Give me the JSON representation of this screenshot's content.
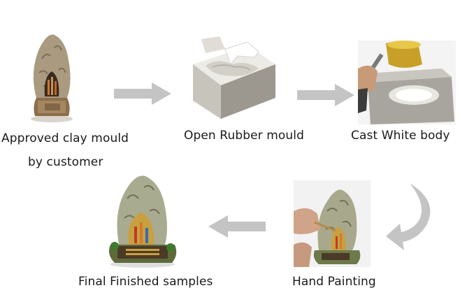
{
  "steps": [
    {
      "id": "clay-mould",
      "label_line1": "Approved clay mould",
      "label_line2": "by customer"
    },
    {
      "id": "rubber-mould",
      "label": "Open Rubber mould"
    },
    {
      "id": "white-body",
      "label": "Cast White body"
    },
    {
      "id": "hand-painting",
      "label": "Hand Painting"
    },
    {
      "id": "final-samples",
      "label": "Final Finished samples"
    }
  ],
  "icons": {
    "right_arrow": "arrow-right-icon",
    "left_arrow": "arrow-left-icon",
    "curved_arrow": "curved-arrow-down-left-icon"
  },
  "colors": {
    "arrow": "#c4c4c4",
    "clay": "#a08c6e",
    "rubber": "#e6e3dc",
    "painted_green": "#6e7a4a"
  }
}
